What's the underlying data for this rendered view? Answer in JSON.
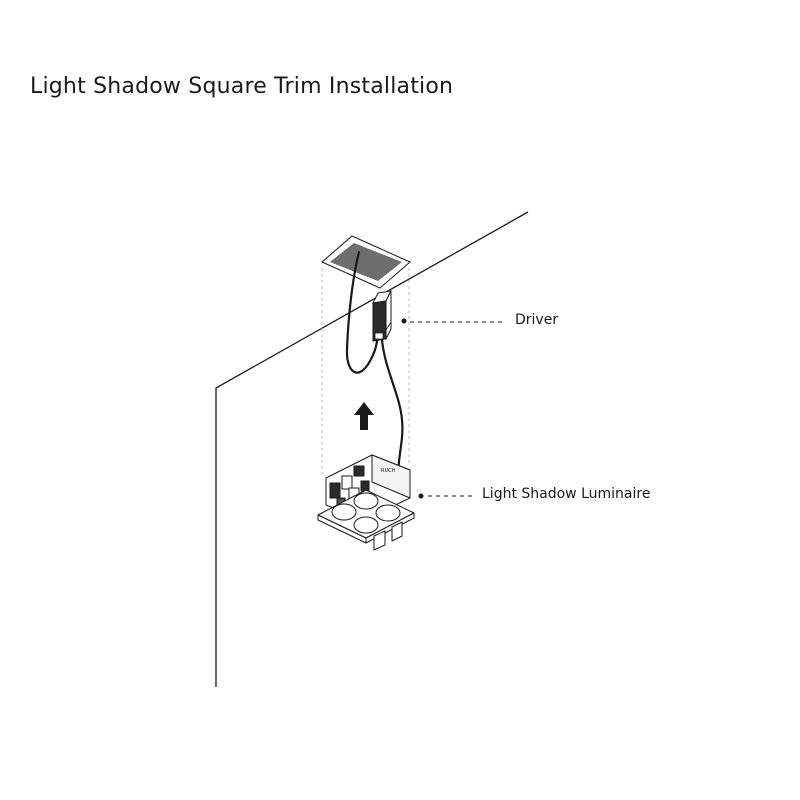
{
  "title": "Light Shadow Square Trim Installation",
  "callouts": {
    "driver": "Driver",
    "luminaire": "Light Shadow Luminaire"
  },
  "chip_text": "RUCH",
  "colors": {
    "line": "#1a1a1a",
    "cutout": "#6e6e6e",
    "guide": "#b5b5b5"
  }
}
